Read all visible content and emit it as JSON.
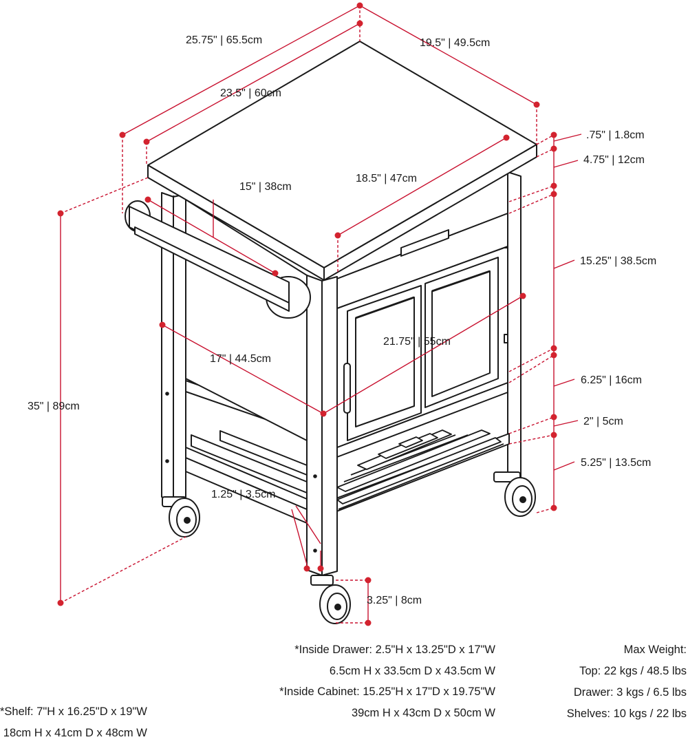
{
  "dimensions": {
    "overall_width": "25.75\" | 65.5cm",
    "top_width": "23.5\" | 60cm",
    "overall_depth": "19.5\" | 49.5cm",
    "towel_bar_depth": "15\" | 38cm",
    "top_depth": "18.5\" | 47cm",
    "top_thickness": ".75\" | 1.8cm",
    "drawer_height": "4.75\" | 12cm",
    "cabinet_height": "15.25\" | 38.5cm",
    "cabinet_width": "21.75\" | 55cm",
    "side_depth": "17\" | 44.5cm",
    "shelf_gap": "6.25\" | 16cm",
    "shelf_thickness": "2\" | 5cm",
    "bottom_clearance": "5.25\" | 13.5cm",
    "overall_height": "35\" | 89cm",
    "leg_width": "1.25\" | 3.5cm",
    "caster_height": "3.25\" | 8cm"
  },
  "notes": {
    "drawer": [
      "*Inside Drawer: 2.5\"H x 13.25\"D x 17\"W",
      "6.5cm H x 33.5cm D x 43.5cm W"
    ],
    "cabinet": [
      "*Inside Cabinet: 15.25\"H x 17\"D x 19.75\"W",
      "39cm H x 43cm D x 50cm W"
    ],
    "shelf": [
      "*Shelf: 7\"H x 16.25\"D x 19\"W",
      "18cm H x 41cm D x 48cm W"
    ],
    "max_weight": {
      "title": "Max Weight:",
      "top": "Top: 22 kgs / 48.5 lbs",
      "drawer": "Drawer: 3 kgs / 6.5 lbs",
      "shelves": "Shelves: 10 kgs / 22 lbs"
    }
  },
  "colors": {
    "dimension": "#c8102e",
    "outline": "#1a1a1a"
  }
}
